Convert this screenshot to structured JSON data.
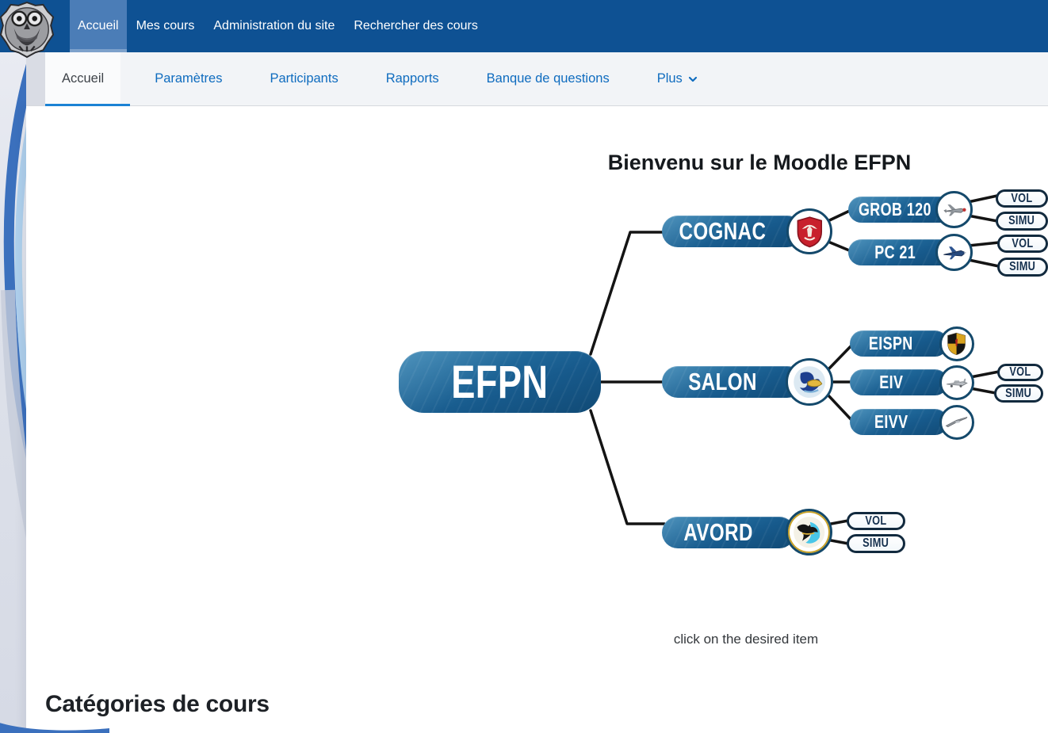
{
  "topnav": {
    "items": [
      "Accueil",
      "Mes cours",
      "Administration du site",
      "Rechercher des cours"
    ]
  },
  "tabbar": {
    "items": [
      "Accueil",
      "Paramètres",
      "Participants",
      "Rapports",
      "Banque de questions"
    ],
    "more_label": "Plus"
  },
  "content": {
    "welcome_title": "Bienvenu sur le Moodle EFPN",
    "caption": "click on the desired item",
    "categories_heading": "Catégories de cours"
  },
  "diagram": {
    "root_label": "EFPN",
    "bases": {
      "cognac": "COGNAC",
      "salon": "SALON",
      "avord": "AVORD"
    },
    "courses": {
      "grob": "GROB 120",
      "pc21": "PC 21",
      "eispn": "EISPN",
      "eiv": "EIV",
      "eivv": "EIVV"
    },
    "leaf": {
      "vol": "VOL",
      "simu": "SIMU"
    }
  },
  "colors": {
    "topbar": "#0e5193",
    "topnav_active": "#4b7db7",
    "link": "#0f6cbf",
    "tab_underline": "#1b82d4",
    "node_blue": "#175a8c",
    "leaf_border": "#122a3e",
    "connector": "#141414"
  }
}
